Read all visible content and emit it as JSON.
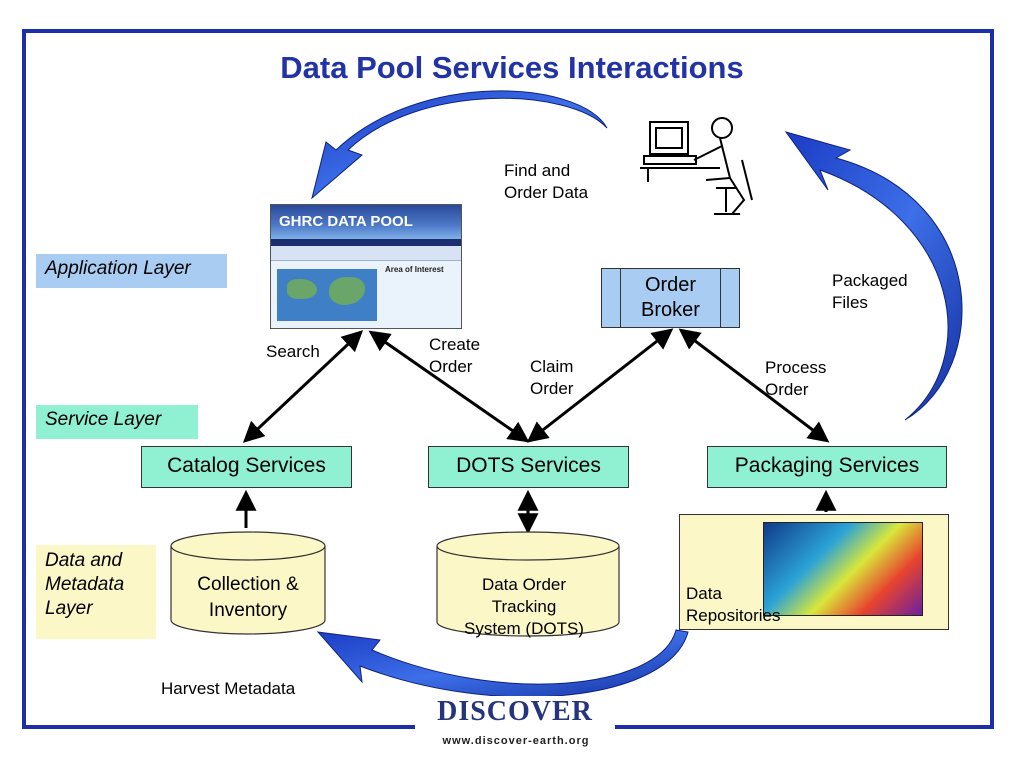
{
  "title": "Data Pool Services Interactions",
  "layers": {
    "application": "Application Layer",
    "service": "Service  Layer",
    "data": [
      "Data and",
      "Metadata",
      "Layer"
    ]
  },
  "services": {
    "catalog": "Catalog Services",
    "dots": "DOTS Services",
    "packaging": "Packaging Services"
  },
  "order_broker": [
    "Order",
    "Broker"
  ],
  "stores": {
    "collection": [
      "Collection &",
      "Inventory"
    ],
    "dots_db": [
      "Data Order",
      "Tracking",
      "System (DOTS)"
    ],
    "repositories": [
      "Data",
      "Repositories"
    ]
  },
  "edge_labels": {
    "find_order": [
      "Find and",
      "Order Data"
    ],
    "packaged_files": [
      "Packaged",
      "Files"
    ],
    "search": "Search",
    "create_order": [
      "Create",
      "Order"
    ],
    "claim_order": [
      "Claim",
      "Order"
    ],
    "process_order": [
      "Process",
      "Order"
    ],
    "harvest": "Harvest Metadata"
  },
  "ghrc": {
    "banner": "GHRC DATA POOL",
    "aoi": "Area of Interest"
  },
  "logo": {
    "name": "DISCOVER",
    "url": "www.discover-earth.org"
  },
  "colors": {
    "frame": "#1d2fa8",
    "title": "#2233a6",
    "service_box": "#8ff0d2",
    "app_box": "#a9cdf2",
    "data_box": "#fbf7c6",
    "flow_arrow": "#2a52d6"
  }
}
